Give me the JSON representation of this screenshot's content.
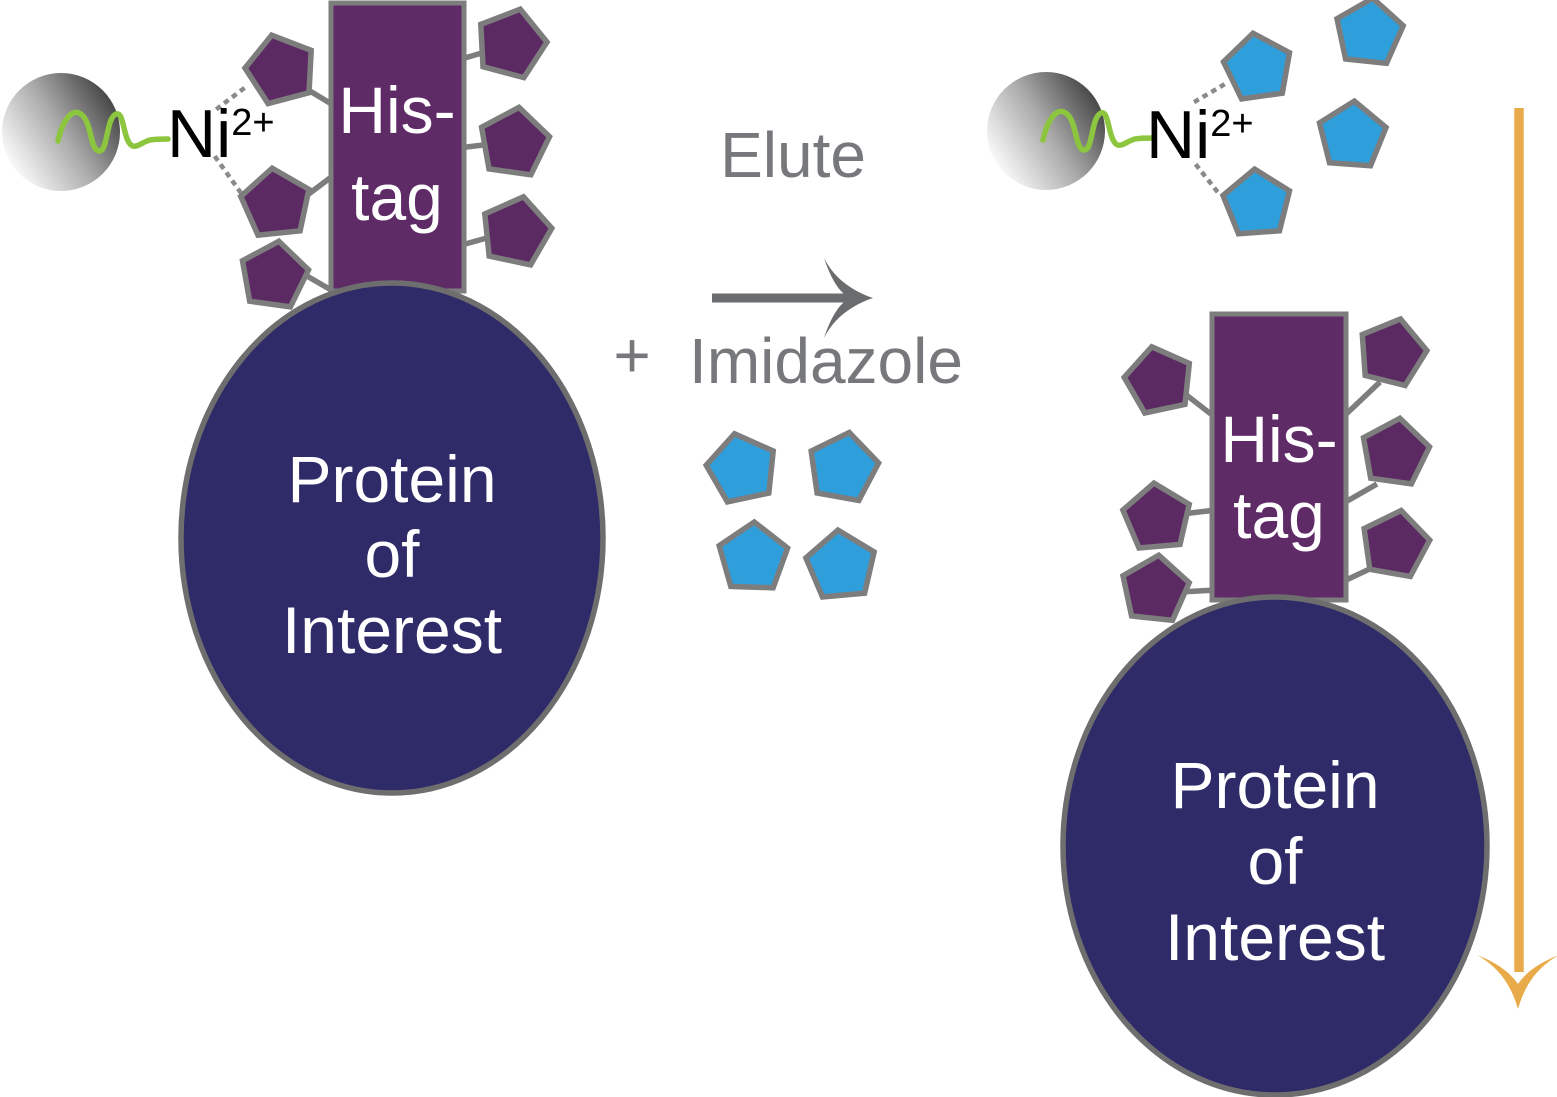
{
  "left_complex": {
    "bead_label": "Ni",
    "bead_charge": "2+",
    "tag_line1": "His-",
    "tag_line2": "tag",
    "protein_line1": "Protein",
    "protein_line2": "of",
    "protein_line3": "Interest",
    "histidine_count": 6
  },
  "reaction": {
    "elute_label": "Elute",
    "plus_sign": "+",
    "reagent_label": "Imidazole",
    "free_imidazole_count": 4
  },
  "right_complex": {
    "bead_label": "Ni",
    "bead_charge": "2+",
    "tag_line1": "His-",
    "tag_line2": "tag",
    "protein_line1": "Protein",
    "protein_line2": "of",
    "protein_line3": "Interest",
    "bound_imidazole_count": 4,
    "histidine_count": 6
  },
  "colors": {
    "histidine_purple": "#5C2A63",
    "tag_purple": "#5E2B67",
    "protein_navy": "#2E2B68",
    "imidazole_blue": "#2F9FDC",
    "outline_gray": "#7D7D7D",
    "text_gray": "#77787B",
    "arrow_gray": "#6B6C6E",
    "linker_green": "#8CC63E",
    "flow_arrow_orange": "#E9AB49",
    "ion_text_black": "#000000"
  }
}
